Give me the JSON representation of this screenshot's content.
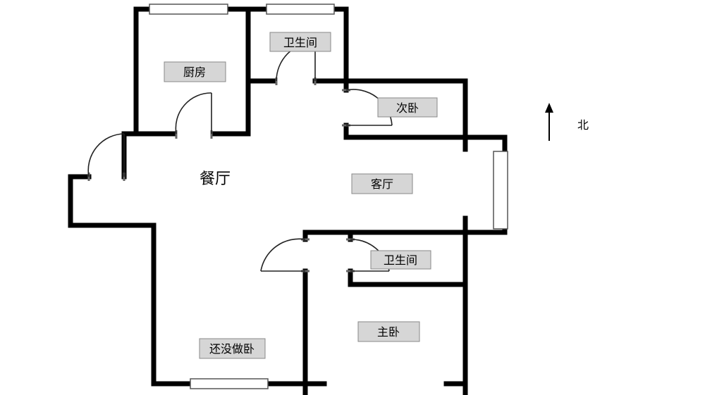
{
  "rooms": {
    "kitchen": "厨房",
    "bath_north": "卫生间",
    "second_bedroom": "次卧",
    "dining": "餐厅",
    "living": "客厅",
    "bath_south": "卫生间",
    "master_bedroom": "主卧",
    "unfinished_bedroom": "还没做卧"
  },
  "compass": {
    "north": "北"
  },
  "colors": {
    "wall": "#000000",
    "label_fill": "#d6d6d6",
    "background": "#ffffff"
  }
}
